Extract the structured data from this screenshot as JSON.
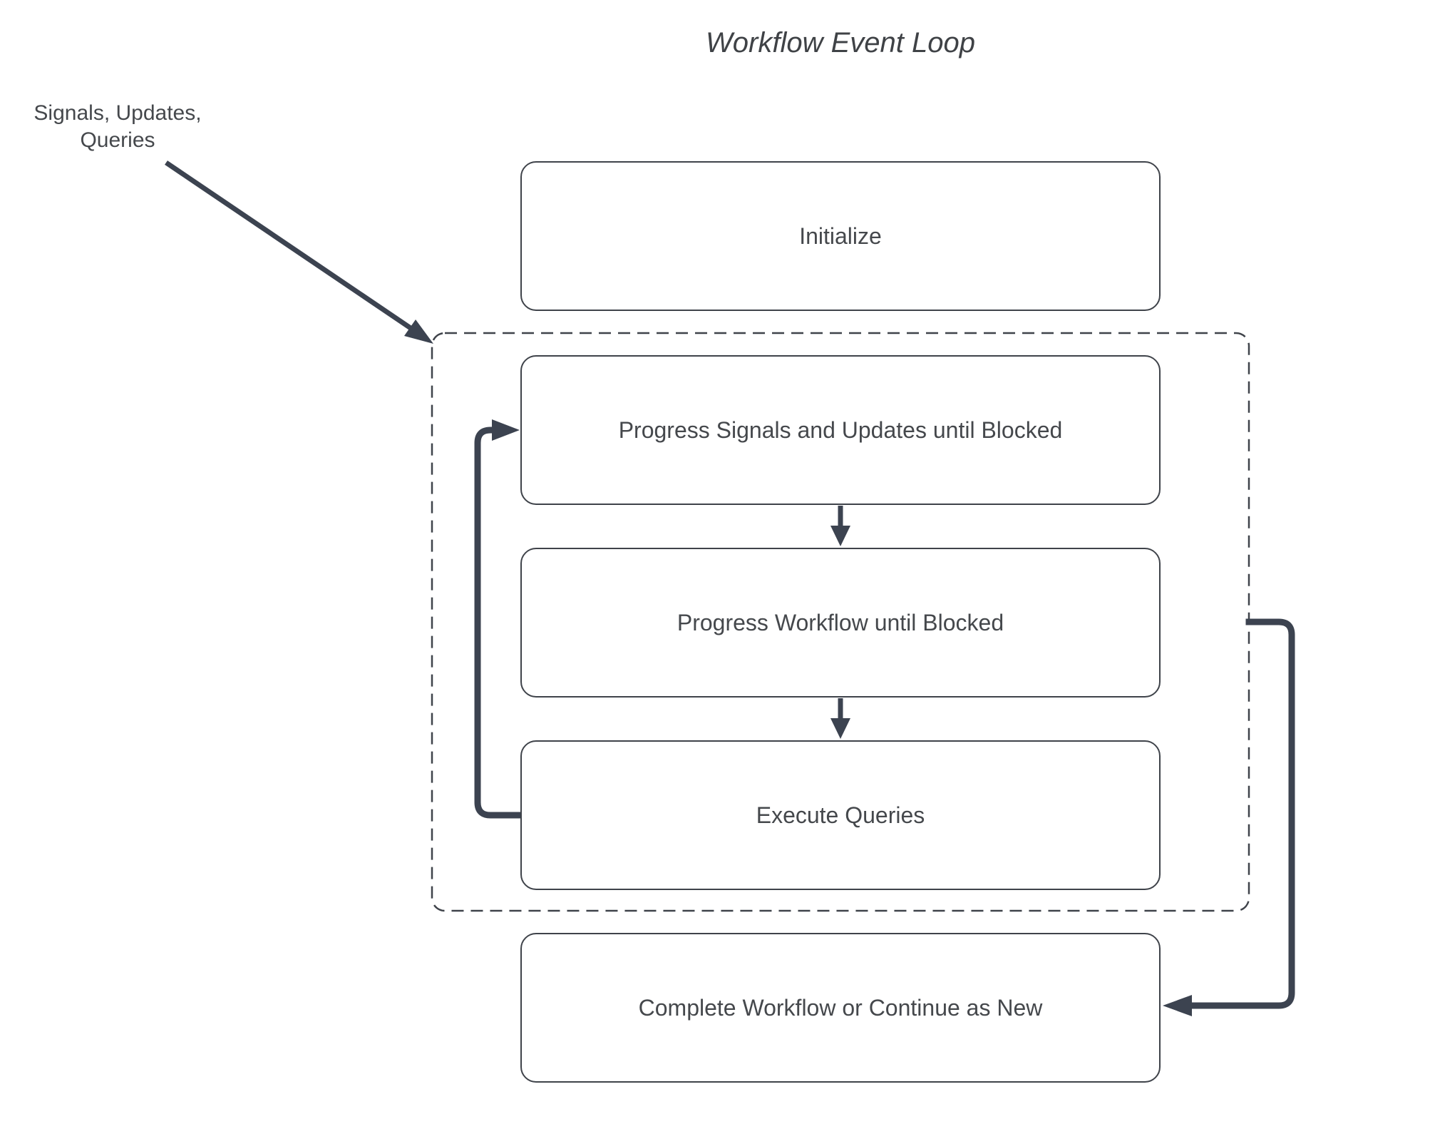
{
  "title": "Workflow Event Loop",
  "annotation": {
    "label": "Signals, Updates,\nQueries"
  },
  "nodes": [
    {
      "id": "initialize",
      "label": "Initialize"
    },
    {
      "id": "progress-signals",
      "label": "Progress Signals and Updates until Blocked"
    },
    {
      "id": "progress-workflow",
      "label": "Progress Workflow until Blocked"
    },
    {
      "id": "execute-queries",
      "label": "Execute Queries"
    },
    {
      "id": "complete",
      "label": "Complete Workflow or Continue as New"
    }
  ],
  "group": {
    "id": "event-loop-group",
    "contains": [
      "progress-signals",
      "progress-workflow",
      "execute-queries"
    ],
    "border_style": "dashed"
  },
  "edges": [
    {
      "from": "signals-updates-queries-label",
      "to": "event-loop-group",
      "style": "thin-diagonal-arrow"
    },
    {
      "from": "progress-signals",
      "to": "progress-workflow",
      "style": "small-down-arrow"
    },
    {
      "from": "progress-workflow",
      "to": "execute-queries",
      "style": "small-down-arrow"
    },
    {
      "from": "execute-queries",
      "to": "progress-signals",
      "style": "thick-elbow-arrow-left"
    },
    {
      "from": "event-loop-group",
      "to": "complete",
      "style": "thick-elbow-arrow-right"
    }
  ],
  "colors": {
    "background": "#ffffff",
    "node_fill": "#ffffff",
    "node_border": "#3f434a",
    "dashed_border": "#3f434a",
    "arrow": "#3c4350",
    "text": "#45484c",
    "title_text": "#3f4246"
  }
}
